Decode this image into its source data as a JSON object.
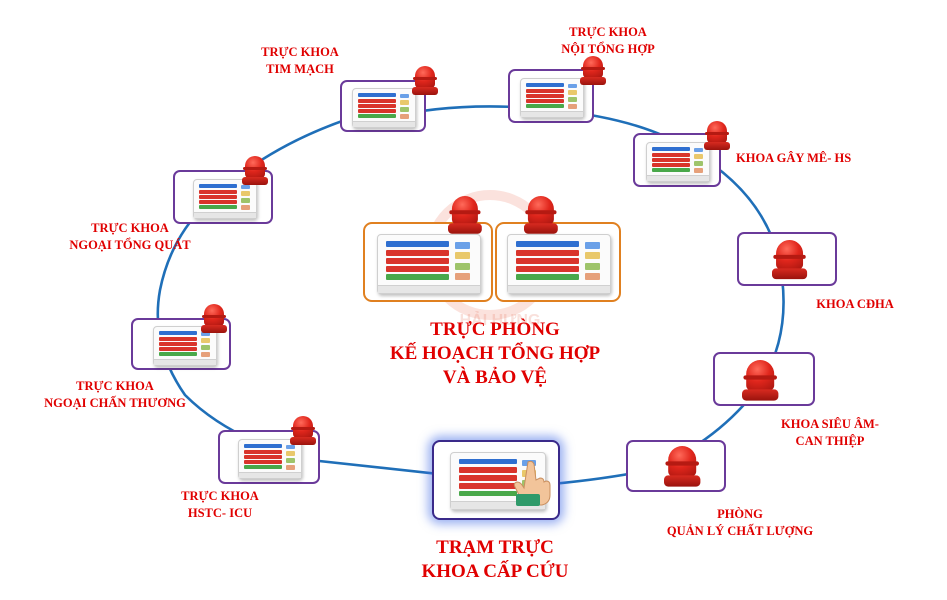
{
  "nodes": {
    "tim_mach": {
      "line1": "TRỰC KHOA",
      "line2": "TIM MẠCH"
    },
    "noi_tong_hop": {
      "line1": "TRỰC KHOA",
      "line2": "NỘI TỔNG HỢP"
    },
    "gay_me": {
      "line1": "KHOA GÂY MÊ- HS"
    },
    "ngoai_tong_quat": {
      "line1": "TRỰC KHOA",
      "line2": "NGOẠI TỔNG QUÁT"
    },
    "cdha": {
      "line1": "KHOA CĐHA"
    },
    "ngoai_chan_thuong": {
      "line1": "TRỰC KHOA",
      "line2": "NGOẠI CHẤN THƯƠNG"
    },
    "sieu_am": {
      "line1": "KHOA SIÊU ÂM-",
      "line2": "CAN THIỆP"
    },
    "hstc_icu": {
      "line1": "TRỰC KHOA",
      "line2": "HSTC- ICU"
    },
    "quan_ly_chat_luong": {
      "line1": "PHÒNG",
      "line2": "QUẢN LÝ CHẤT LƯỢNG"
    }
  },
  "center": {
    "line1": "TRỰC PHÒNG",
    "line2": "KẾ HOẠCH TỔNG HỢP",
    "line3": "VÀ BẢO VỆ"
  },
  "station": {
    "line1": "TRẠM TRỰC",
    "line2": "KHOA CẤP CỨU"
  },
  "watermark": "HẢI HƯNG",
  "colors": {
    "label_red": "#e00000",
    "ring_blue": "#1f6fb8",
    "node_border": "#6a3a9a",
    "center_border": "#e08020",
    "station_glow": "#466ee6"
  },
  "icons": [
    "siren-icon",
    "touch-panel-icon",
    "hand-pointer-icon"
  ]
}
